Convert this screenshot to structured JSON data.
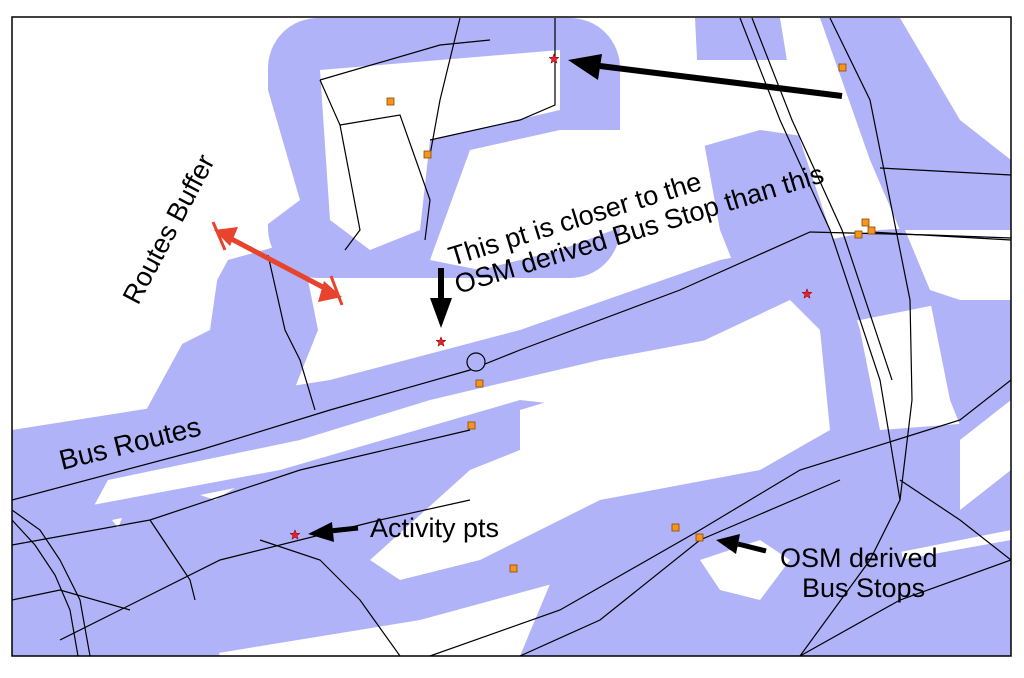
{
  "map": {
    "colors": {
      "buffer_fill": "#b0b3f8",
      "road_line": "#000000",
      "activity_point": "#e8202a",
      "bus_stop_fill": "#f7941d",
      "buffer_arrow": "#e8432c",
      "annotation_arrow": "#000000"
    },
    "labels": {
      "routes_buffer": "Routes Buffer",
      "bus_routes": "Bus Routes",
      "activity_pts": "Activity pts",
      "osm_stops_line1": "OSM derived",
      "osm_stops_line2": "Bus Stops",
      "closer_note_line1": "This pt is closer to the",
      "closer_note_line2": "OSM derived Bus Stop than this"
    },
    "legend_symbols": {
      "activity_point": "red-star-marker",
      "bus_stop": "orange-square-marker",
      "route_junction": "circle-node-marker"
    }
  }
}
